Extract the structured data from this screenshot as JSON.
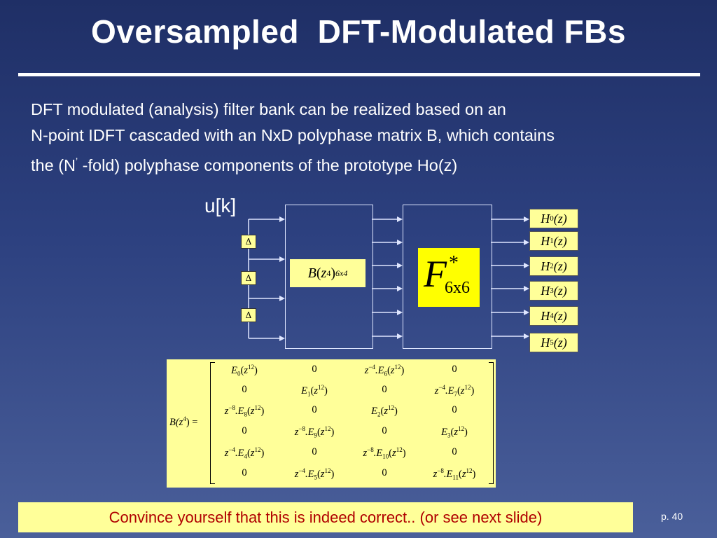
{
  "slide": {
    "title": "Oversampled  DFT-Modulated FBs",
    "paragraph_lines": [
      "DFT modulated (analysis) filter bank can be realized based on an",
      "N-point IDFT cascaded with an NxD polyphase matrix B, which contains"
    ],
    "line3_prefix": "the (N",
    "line3_prime": "’",
    "line3_suffix": " -fold) polyphase components of the prototype Ho(z)",
    "page_number": "p. 40"
  },
  "diagram": {
    "input_label": "u[k]",
    "delay_symbol": "Δ",
    "B_block": {
      "name": "B",
      "arg": "z",
      "power": "4",
      "dims": "6x4"
    },
    "F_block": {
      "name": "F",
      "sup": "*",
      "dims": "6x6"
    },
    "outputs": [
      {
        "name": "H",
        "index": "0",
        "arg": "(z)"
      },
      {
        "name": "H",
        "index": "1",
        "arg": "(z)"
      },
      {
        "name": "H",
        "index": "2",
        "arg": "(z)"
      },
      {
        "name": "H",
        "index": "3",
        "arg": "(z)"
      },
      {
        "name": "H",
        "index": "4",
        "arg": "(z)"
      },
      {
        "name": "H",
        "index": "5",
        "arg": "(z)"
      }
    ]
  },
  "matrix": {
    "lhs_name": "B(z",
    "lhs_power": "4",
    "lhs_tail": ") =",
    "rows": [
      [
        {
          "pre": "",
          "pre_exp": "",
          "E": "E",
          "sub": "0",
          "z_exp": "12"
        },
        {
          "zero": "0"
        },
        {
          "pre": "z",
          "pre_exp": "−4",
          "E": ".E",
          "sub": "6",
          "z_exp": "12"
        },
        {
          "zero": "0"
        }
      ],
      [
        {
          "zero": "0"
        },
        {
          "pre": "",
          "pre_exp": "",
          "E": "E",
          "sub": "1",
          "z_exp": "12"
        },
        {
          "zero": "0"
        },
        {
          "pre": "z",
          "pre_exp": "−4",
          "E": ".E",
          "sub": "7",
          "z_exp": "12"
        }
      ],
      [
        {
          "pre": "z",
          "pre_exp": "−8",
          "E": ".E",
          "sub": "8",
          "z_exp": "12"
        },
        {
          "zero": "0"
        },
        {
          "pre": "",
          "pre_exp": "",
          "E": "E",
          "sub": "2",
          "z_exp": "12"
        },
        {
          "zero": "0"
        }
      ],
      [
        {
          "zero": "0"
        },
        {
          "pre": "z",
          "pre_exp": "−8",
          "E": ".E",
          "sub": "9",
          "z_exp": "12"
        },
        {
          "zero": "0"
        },
        {
          "pre": "",
          "pre_exp": "",
          "E": "E",
          "sub": "3",
          "z_exp": "12"
        }
      ],
      [
        {
          "pre": "z",
          "pre_exp": "−4",
          "E": ".E",
          "sub": "4",
          "z_exp": "12"
        },
        {
          "zero": "0"
        },
        {
          "pre": "z",
          "pre_exp": "−8",
          "E": ".E",
          "sub": "10",
          "z_exp": "12"
        },
        {
          "zero": "0"
        }
      ],
      [
        {
          "zero": "0"
        },
        {
          "pre": "z",
          "pre_exp": "−4",
          "E": ".E",
          "sub": "5",
          "z_exp": "12"
        },
        {
          "zero": "0"
        },
        {
          "pre": "z",
          "pre_exp": "−8",
          "E": ".E",
          "sub": "11",
          "z_exp": "12"
        }
      ]
    ]
  },
  "footer": {
    "note": "Convince yourself that this is indeed correct.. (or see next slide)"
  },
  "colors": {
    "background_top": "#1f2f66",
    "background_bottom": "#4a5f9a",
    "highlight_light": "#ffff99",
    "highlight_strong": "#ffff00",
    "footer_text": "#b00000"
  }
}
